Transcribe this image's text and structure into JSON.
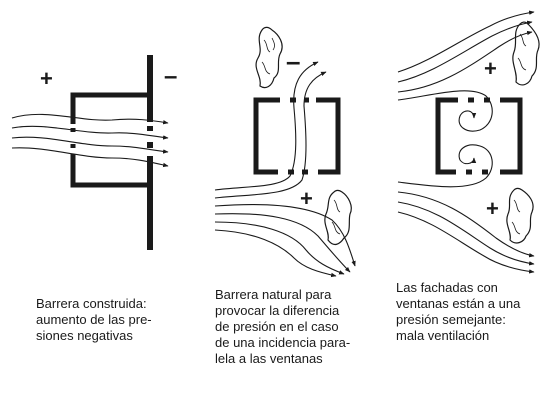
{
  "panels": [
    {
      "signs": [
        "+",
        "–"
      ],
      "caption_lines": [
        "Barrera construida:",
        "aumento de las pre-",
        "siones negativas"
      ]
    },
    {
      "signs": [
        "–",
        "+"
      ],
      "caption_lines": [
        "Barrera natural para",
        "provocar la diferencia",
        "de presión en el caso",
        "de una incidencia para-",
        "lela a las ventanas"
      ]
    },
    {
      "signs": [
        "+",
        "+"
      ],
      "caption_lines": [
        "Las fachadas con",
        "ventanas están a una",
        "presión semejante:",
        "mala ventilación"
      ]
    }
  ]
}
